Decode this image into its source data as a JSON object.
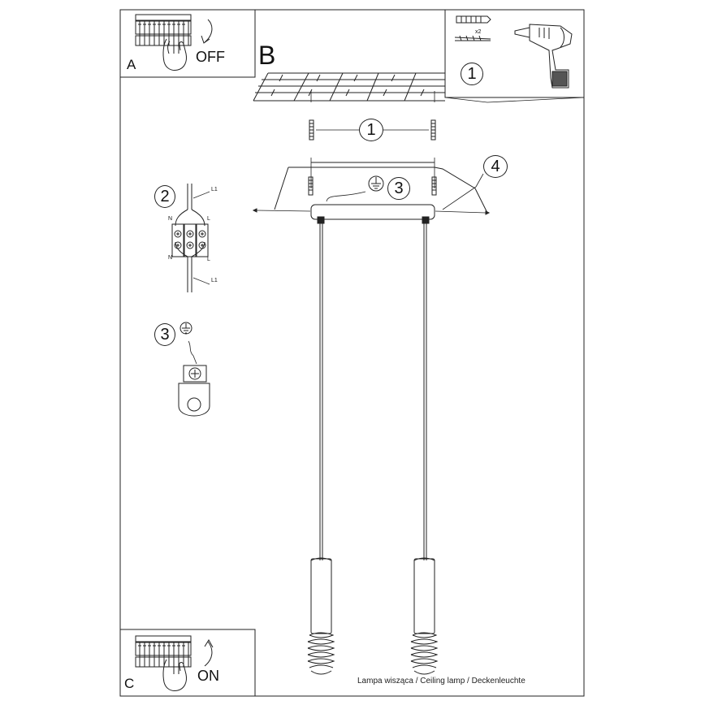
{
  "panels": {
    "a": {
      "letter": "A",
      "state": "OFF"
    },
    "b": {
      "letter": "B"
    },
    "c": {
      "letter": "C",
      "state": "ON"
    }
  },
  "callouts": {
    "c1": "1",
    "c2": "2",
    "c3": "3",
    "c4": "4"
  },
  "kit": {
    "quantity": "x2"
  },
  "connector": {
    "l1": "L1",
    "n": "N",
    "l": "L"
  },
  "caption": "Lampa wisząca / Ceiling lamp / Deckenleuchte",
  "colors": {
    "line": "#222222",
    "background": "#ffffff"
  }
}
